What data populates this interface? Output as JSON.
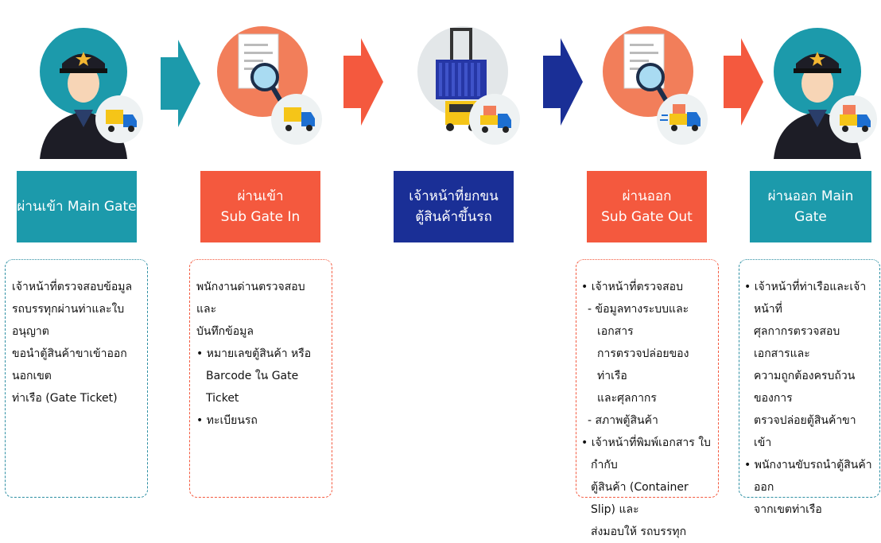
{
  "colors": {
    "teal": "#1c9aab",
    "orange": "#f4593e",
    "navy": "#1a2f96",
    "teal_dots": "#2d8fa3",
    "orange_dots": "#f4593e"
  },
  "steps": [
    {
      "title_line1": "ผ่านเข้า Main Gate",
      "title_line2": "",
      "icon": "security-guard-with-truck-icon",
      "desc": [
        "เจ้าหน้าที่ตรวจสอบข้อมูล",
        "รถบรรทุกผ่านท่าและใบอนุญาต",
        "ขอนำตู้สินค้าขาเข้าออกนอกเขต",
        "ท่าเรือ (Gate Ticket)"
      ]
    },
    {
      "title_line1": "ผ่านเข้า",
      "title_line2": "Sub Gate In",
      "icon": "document-inspection-with-truck-icon",
      "desc_intro": [
        "พนักงานด่านตรวจสอบ และ",
        "บันทึกข้อมูล"
      ],
      "bullets": [
        "หมายเลขตู้สินค้า หรือ",
        "Barcode ใน Gate Ticket",
        "ทะเบียนรถ"
      ]
    },
    {
      "title_line1": "เจ้าหน้าที่ยกขน",
      "title_line2": "ตู้สินค้าขึ้นรถ",
      "icon": "container-crane-with-truck-icon"
    },
    {
      "title_line1": "ผ่านออก",
      "title_line2": "Sub Gate Out",
      "icon": "document-inspection-with-delivery-truck-icon",
      "bullet1": "เจ้าหน้าที่ตรวจสอบ",
      "dash1": [
        "ข้อมูลทางระบบและเอกสาร",
        "การตรวจปล่อยของท่าเรือ",
        "และศุลกากร"
      ],
      "dash2": "สภาพตู้สินค้า",
      "bullet2": [
        "เจ้าหน้าที่พิมพ์เอกสาร ใบกำกับ",
        "ตู้สินค้า (Container Slip) และ",
        "ส่งมอบให้ รถบรรทุก"
      ]
    },
    {
      "title_line1": "ผ่านออก Main Gate",
      "title_line2": "",
      "icon": "security-guard-with-delivery-truck-icon",
      "bullet1": [
        "เจ้าหน้าที่ท่าเรือและเจ้าหน้าที่",
        "ศุลกากรตรวจสอบเอกสารและ",
        "ความถูกต้องครบถ้วนของการ",
        "ตรวจปล่อยตู้สินค้าขาเข้า"
      ],
      "bullet2": [
        "พนักงานขับรถนำตู้สินค้าออก",
        "จากเขตท่าเรือ"
      ]
    }
  ]
}
